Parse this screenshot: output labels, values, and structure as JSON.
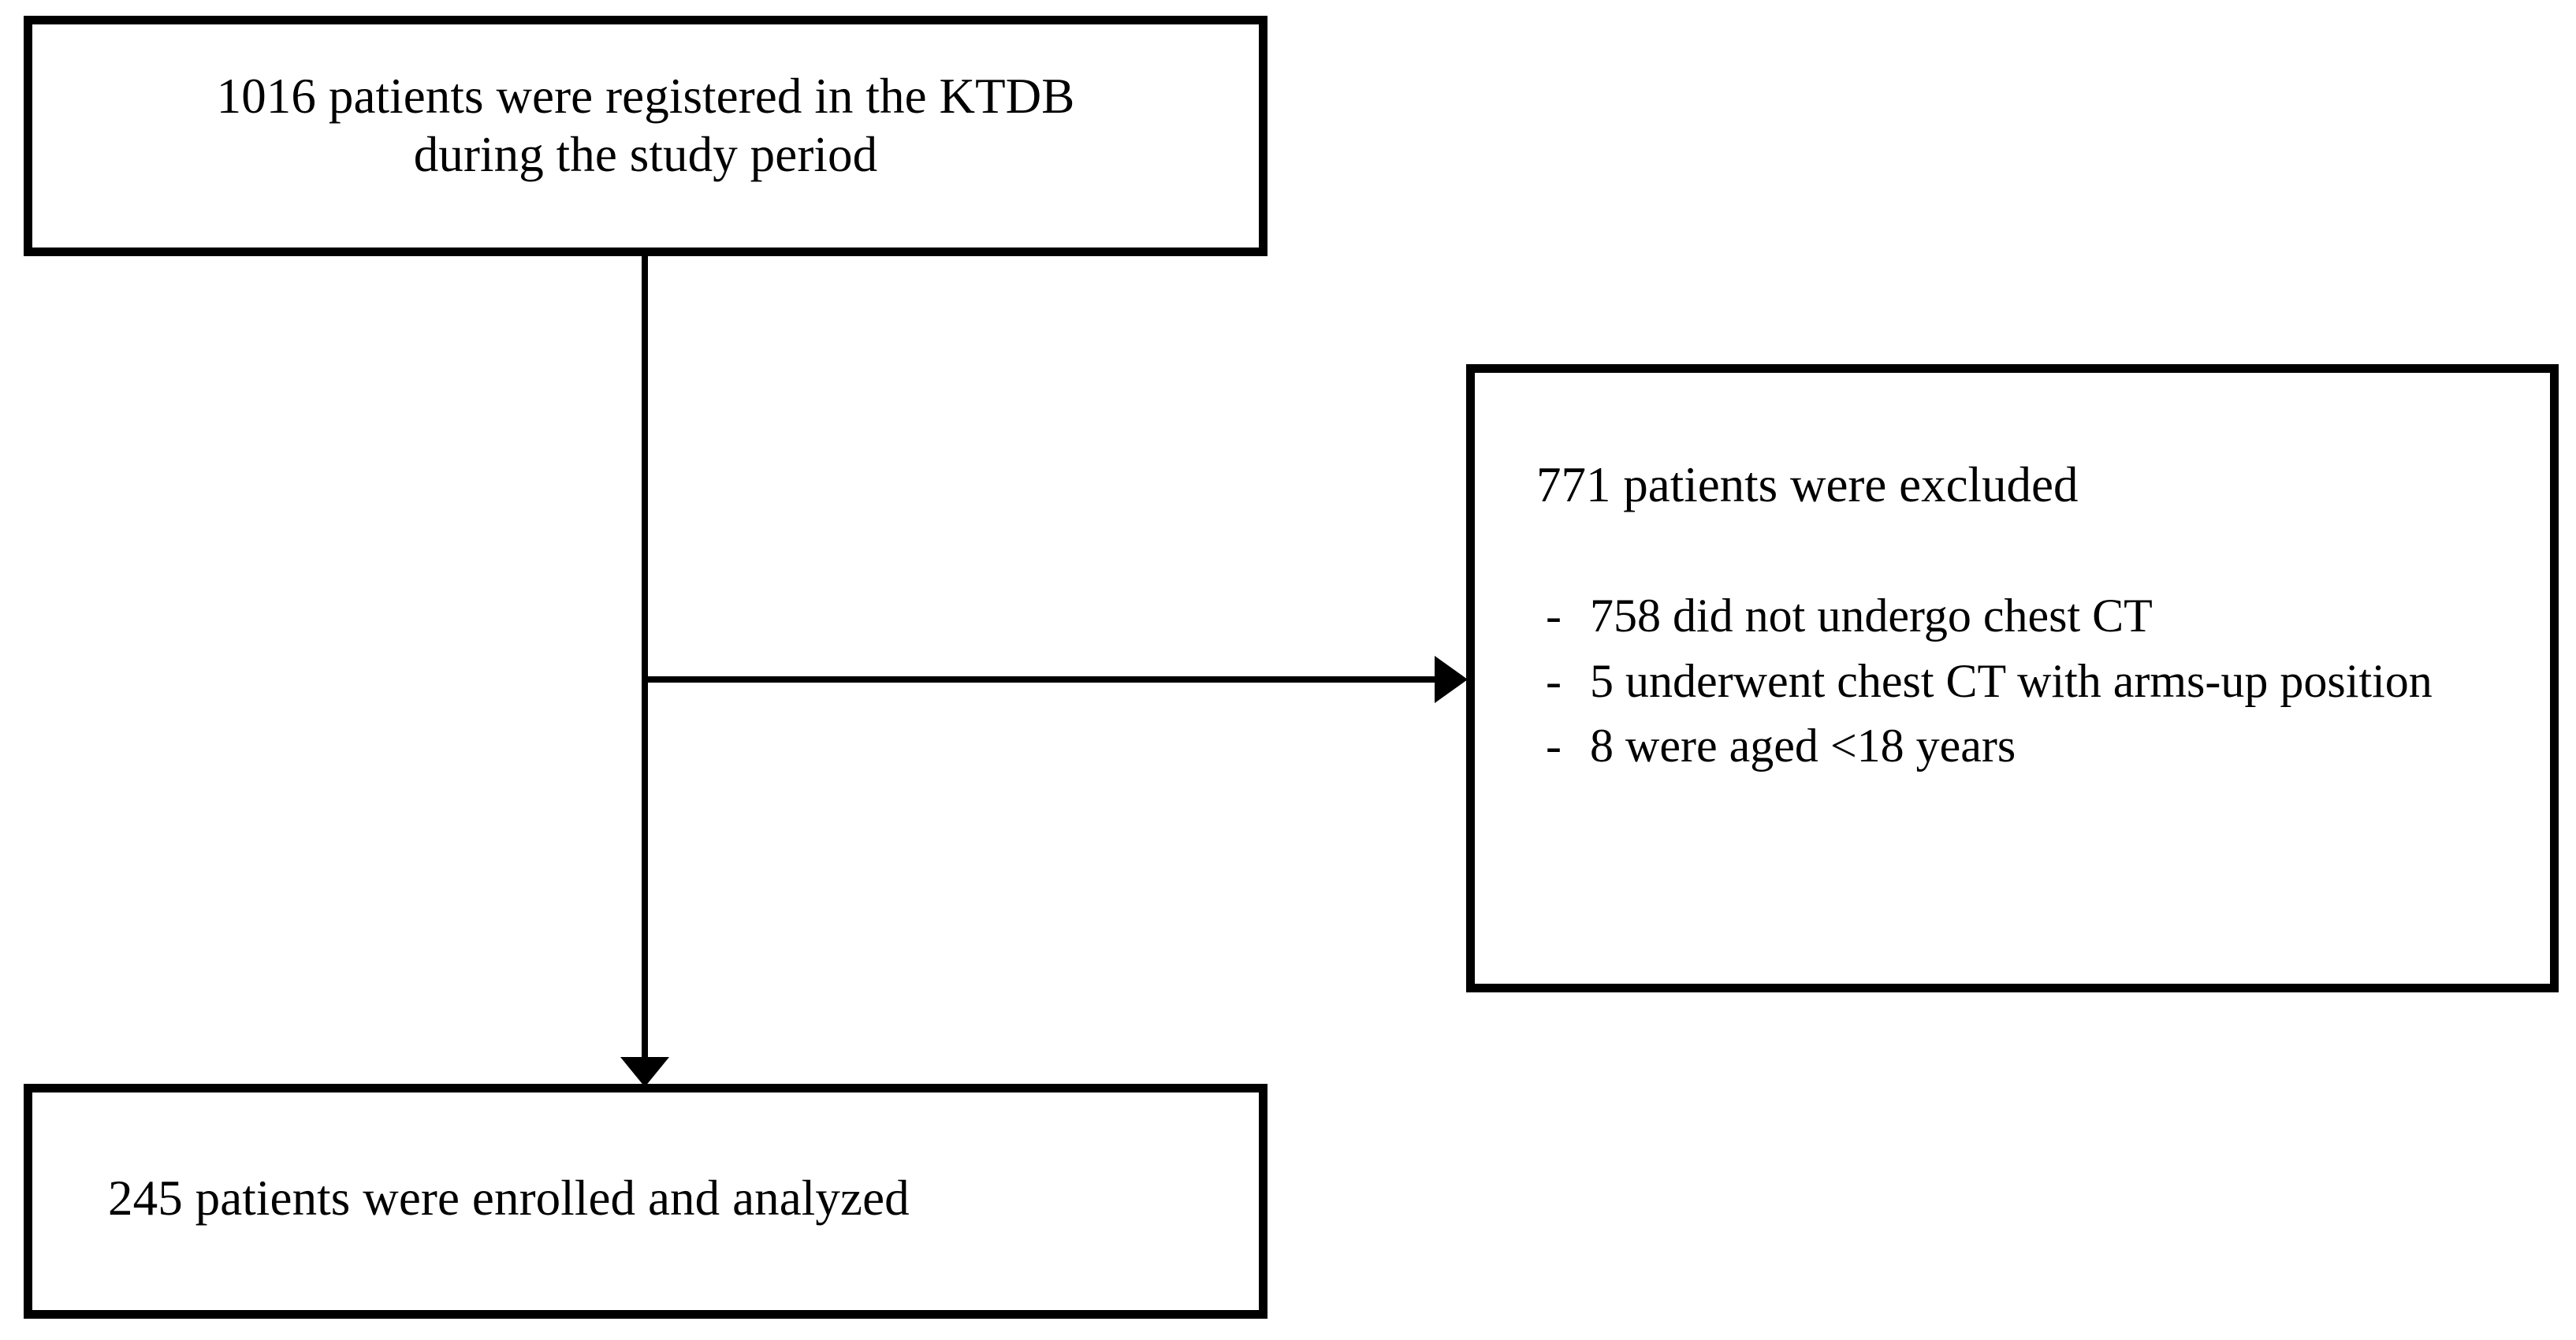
{
  "diagram": {
    "type": "study-flow-chart",
    "boxes": {
      "registered": {
        "text": "1016 patients were registered in the KTDB\nduring the study period",
        "count": 1016
      },
      "excluded": {
        "heading": "771 patients were excluded",
        "count": 771,
        "bullet_char": "-",
        "items": [
          {
            "bullet": "-",
            "label": "758 did not undergo chest CT",
            "count": 758
          },
          {
            "bullet": "-",
            "label": "5 underwent chest CT with arms-up position",
            "count": 5
          },
          {
            "bullet": "-",
            "label": "8 were aged <18 years",
            "count": 8
          }
        ]
      },
      "enrolled": {
        "text": "245 patients were enrolled and analyzed",
        "count": 245
      }
    },
    "connectors": [
      {
        "name": "registered-to-enrolled",
        "direction": "down",
        "arrowhead": true
      },
      {
        "name": "registered-to-excluded",
        "direction": "right",
        "arrowhead": true
      }
    ],
    "colors": {
      "stroke": "#000000",
      "fill": "#ffffff",
      "text": "#000000"
    }
  }
}
